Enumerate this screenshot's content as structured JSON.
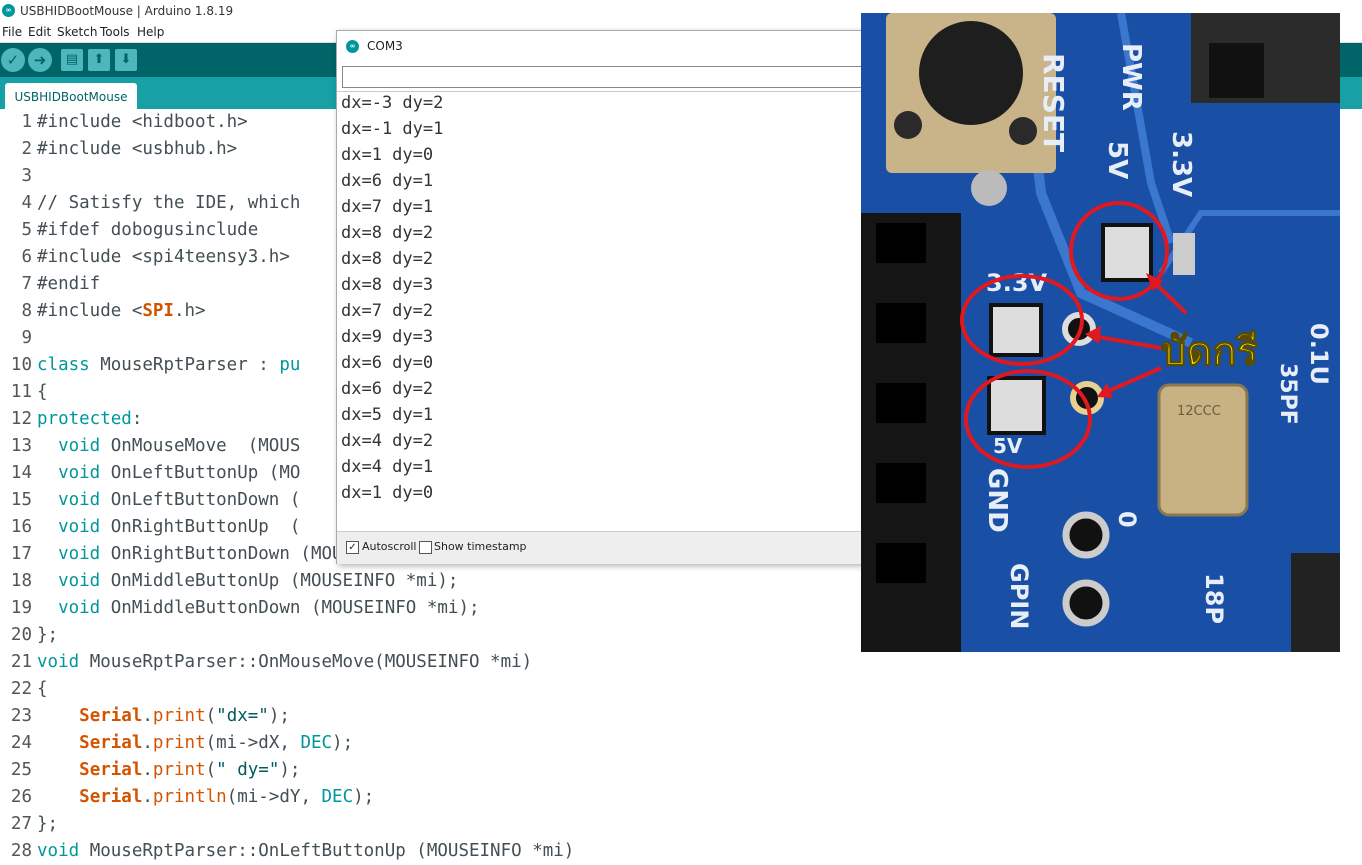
{
  "window": {
    "title": "USBHIDBootMouse | Arduino 1.8.19",
    "logo_text": "∞"
  },
  "menu": [
    "File",
    "Edit",
    "Sketch",
    "Tools",
    "Help"
  ],
  "toolbar": {
    "verify_icon": "check-icon",
    "upload_icon": "arrow-right-icon",
    "new_icon": "document-icon",
    "open_icon": "arrow-up-icon",
    "save_icon": "arrow-down-icon"
  },
  "tabs": [
    {
      "label": "USBHIDBootMouse"
    }
  ],
  "code": [
    {
      "n": "1",
      "segs": [
        {
          "t": "#include <hidboot.h>",
          "c": "txt"
        }
      ]
    },
    {
      "n": "2",
      "segs": [
        {
          "t": "#include <usbhub.h>",
          "c": "txt"
        }
      ]
    },
    {
      "n": "3",
      "segs": []
    },
    {
      "n": "4",
      "segs": [
        {
          "t": "// Satisfy the IDE, which",
          "c": "txt"
        }
      ]
    },
    {
      "n": "5",
      "segs": [
        {
          "t": "#ifdef dobogusinclude",
          "c": "txt"
        }
      ]
    },
    {
      "n": "6",
      "segs": [
        {
          "t": "#include <spi4teensy3.h>",
          "c": "txt"
        }
      ]
    },
    {
      "n": "7",
      "segs": [
        {
          "t": "#endif",
          "c": "txt"
        }
      ]
    },
    {
      "n": "8",
      "segs": [
        {
          "t": "#include <",
          "c": "txt"
        },
        {
          "t": "SPI",
          "c": "sr"
        },
        {
          "t": ".h>",
          "c": "txt"
        }
      ]
    },
    {
      "n": "9",
      "segs": []
    },
    {
      "n": "10",
      "segs": [
        {
          "t": "class",
          "c": "kw"
        },
        {
          "t": " MouseRptParser : ",
          "c": "txt"
        },
        {
          "t": "pu",
          "c": "kw"
        }
      ]
    },
    {
      "n": "11",
      "segs": [
        {
          "t": "{",
          "c": "txt"
        }
      ]
    },
    {
      "n": "12",
      "segs": [
        {
          "t": "protected",
          "c": "kw"
        },
        {
          "t": ":",
          "c": "txt"
        }
      ]
    },
    {
      "n": "13",
      "segs": [
        {
          "t": "  ",
          "c": "txt"
        },
        {
          "t": "void",
          "c": "kw"
        },
        {
          "t": " OnMouseMove  (MOUS",
          "c": "txt"
        }
      ]
    },
    {
      "n": "14",
      "segs": [
        {
          "t": "  ",
          "c": "txt"
        },
        {
          "t": "void",
          "c": "kw"
        },
        {
          "t": " OnLeftButtonUp (MO",
          "c": "txt"
        }
      ]
    },
    {
      "n": "15",
      "segs": [
        {
          "t": "  ",
          "c": "txt"
        },
        {
          "t": "void",
          "c": "kw"
        },
        {
          "t": " OnLeftButtonDown (",
          "c": "txt"
        }
      ]
    },
    {
      "n": "16",
      "segs": [
        {
          "t": "  ",
          "c": "txt"
        },
        {
          "t": "void",
          "c": "kw"
        },
        {
          "t": " OnRightButtonUp  (",
          "c": "txt"
        }
      ]
    },
    {
      "n": "17",
      "segs": [
        {
          "t": "  ",
          "c": "txt"
        },
        {
          "t": "void",
          "c": "kw"
        },
        {
          "t": " OnRightButtonDown (MOUSEINFO *mi);",
          "c": "txt"
        }
      ]
    },
    {
      "n": "18",
      "segs": [
        {
          "t": "  ",
          "c": "txt"
        },
        {
          "t": "void",
          "c": "kw"
        },
        {
          "t": " OnMiddleButtonUp (MOUSEINFO *mi);",
          "c": "txt"
        }
      ]
    },
    {
      "n": "19",
      "segs": [
        {
          "t": "  ",
          "c": "txt"
        },
        {
          "t": "void",
          "c": "kw"
        },
        {
          "t": " OnMiddleButtonDown (MOUSEINFO *mi);",
          "c": "txt"
        }
      ]
    },
    {
      "n": "20",
      "segs": [
        {
          "t": "};",
          "c": "txt"
        }
      ]
    },
    {
      "n": "21",
      "segs": [
        {
          "t": "void",
          "c": "kw"
        },
        {
          "t": " MouseRptParser::OnMouseMove(MOUSEINFO *mi)",
          "c": "txt"
        }
      ]
    },
    {
      "n": "22",
      "segs": [
        {
          "t": "{",
          "c": "txt"
        }
      ]
    },
    {
      "n": "23",
      "segs": [
        {
          "t": "    ",
          "c": "txt"
        },
        {
          "t": "Serial",
          "c": "sr"
        },
        {
          "t": ".",
          "c": "txt"
        },
        {
          "t": "print",
          "c": "fn"
        },
        {
          "t": "(",
          "c": "txt"
        },
        {
          "t": "\"dx=\"",
          "c": "str"
        },
        {
          "t": ");",
          "c": "txt"
        }
      ]
    },
    {
      "n": "24",
      "segs": [
        {
          "t": "    ",
          "c": "txt"
        },
        {
          "t": "Serial",
          "c": "sr"
        },
        {
          "t": ".",
          "c": "txt"
        },
        {
          "t": "print",
          "c": "fn"
        },
        {
          "t": "(mi->dX, ",
          "c": "txt"
        },
        {
          "t": "DEC",
          "c": "kw"
        },
        {
          "t": ");",
          "c": "txt"
        }
      ]
    },
    {
      "n": "25",
      "segs": [
        {
          "t": "    ",
          "c": "txt"
        },
        {
          "t": "Serial",
          "c": "sr"
        },
        {
          "t": ".",
          "c": "txt"
        },
        {
          "t": "print",
          "c": "fn"
        },
        {
          "t": "(",
          "c": "txt"
        },
        {
          "t": "\" dy=\"",
          "c": "str"
        },
        {
          "t": ");",
          "c": "txt"
        }
      ]
    },
    {
      "n": "26",
      "segs": [
        {
          "t": "    ",
          "c": "txt"
        },
        {
          "t": "Serial",
          "c": "sr"
        },
        {
          "t": ".",
          "c": "txt"
        },
        {
          "t": "println",
          "c": "fn"
        },
        {
          "t": "(mi->dY, ",
          "c": "txt"
        },
        {
          "t": "DEC",
          "c": "kw"
        },
        {
          "t": ");",
          "c": "txt"
        }
      ]
    },
    {
      "n": "27",
      "segs": [
        {
          "t": "};",
          "c": "txt"
        }
      ]
    },
    {
      "n": "28",
      "segs": [
        {
          "t": "void",
          "c": "kw"
        },
        {
          "t": " MouseRptParser::OnLeftButtonUp (MOUSEINFO *mi)",
          "c": "txt"
        }
      ]
    }
  ],
  "serial_monitor": {
    "title": "COM3",
    "input_value": "",
    "output": [
      "dx=-3 dy=2",
      "dx=-1 dy=1",
      "dx=1 dy=0",
      "dx=6 dy=1",
      "dx=7 dy=1",
      "dx=8 dy=2",
      "dx=8 dy=2",
      "dx=8 dy=3",
      "dx=7 dy=2",
      "dx=9 dy=3",
      "dx=6 dy=0",
      "dx=6 dy=2",
      "dx=5 dy=1",
      "dx=4 dy=2",
      "dx=4 dy=1",
      "dx=1 dy=0"
    ],
    "autoscroll": {
      "label": "Autoscroll",
      "checked": true,
      "mark": "✓"
    },
    "show_timestamp": {
      "label": "Show timestamp",
      "checked": false
    }
  },
  "photo": {
    "button_label": "RESET",
    "silk": [
      "PWR",
      "3.3V",
      "5V",
      "3.3V",
      "5V",
      "GND",
      "0",
      "GPIN",
      "18P",
      "0.1U",
      "35PF"
    ],
    "crystal_text": "12CCC",
    "annotation": "บัดกรี",
    "colors": {
      "pcb": "#1f56b0",
      "circle": "#e0181f",
      "annotation": "#ffee00",
      "button": "#c9b48a"
    }
  }
}
